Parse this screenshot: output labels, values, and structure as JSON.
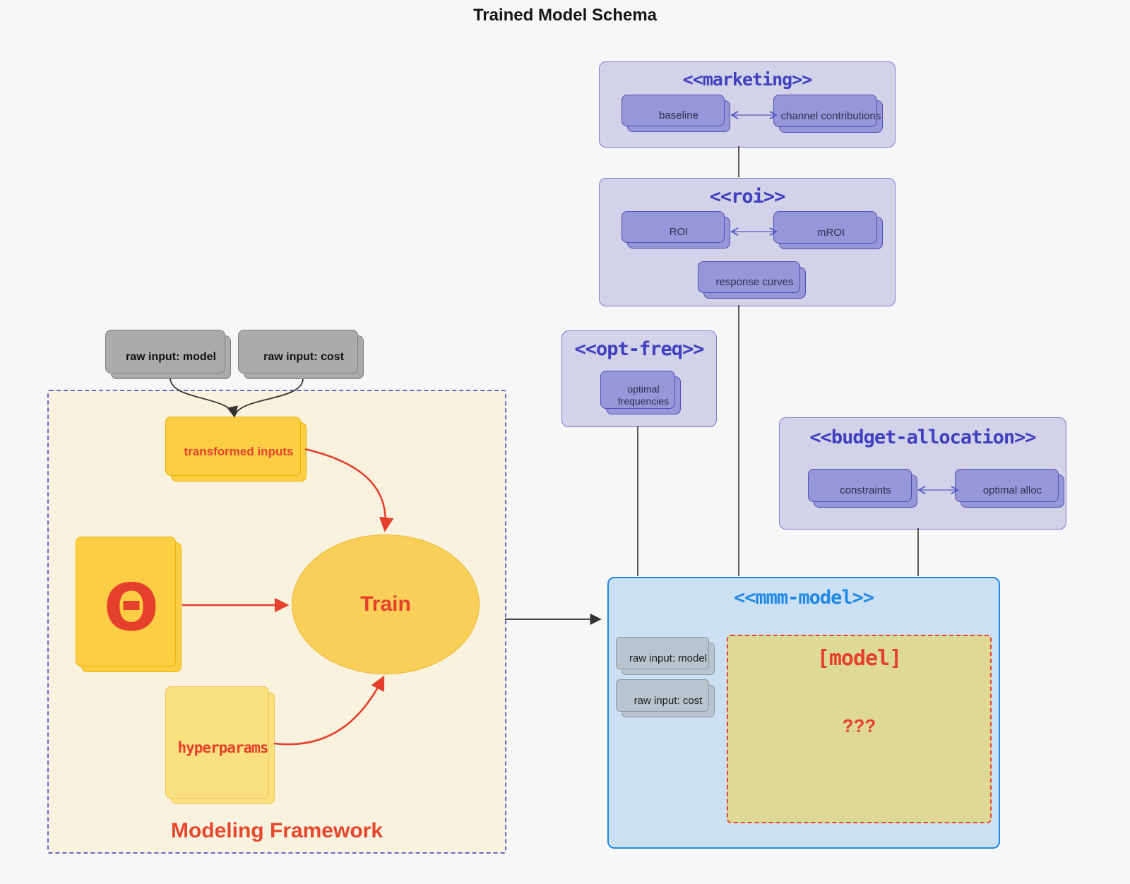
{
  "page": {
    "title": "Trained Model Schema"
  },
  "marketing": {
    "title": "<<marketing>>",
    "item1": "baseline",
    "item2": "channel contributions"
  },
  "roi": {
    "title": "<<roi>>",
    "item1": "ROI",
    "item2": "mROI",
    "item3": "response curves"
  },
  "opt_freq": {
    "title": "<<opt-freq>>",
    "item1": "optimal frequencies"
  },
  "budget": {
    "title": "<<budget-allocation>>",
    "item1": "constraints",
    "item2": "optimal alloc"
  },
  "mmm": {
    "title": "<<mmm-model>>",
    "input1": "raw input: model",
    "input2": "raw input: cost",
    "model_label": "[model]",
    "model_unknown": "???"
  },
  "raw_inputs": {
    "model": "raw input: model",
    "cost": "raw input: cost"
  },
  "framework": {
    "label": "Modeling Framework",
    "transformed": "transformed inputs",
    "theta": "Θ",
    "train": "Train",
    "hyperparams": "hyperparams"
  },
  "colors": {
    "background": "#F7F7F8",
    "container_fill": "#D2D3E8",
    "container_border": "#7C7CCF",
    "container_title": "#3F3FBF",
    "inner_card_fill": "#9597D8",
    "inner_card_border": "#4D4DB5",
    "mmm_fill": "#CBE1F3",
    "mmm_border": "#2088E5",
    "framework_fill": "#F8F2DE",
    "framework_border": "#6468D1",
    "yellow_node": "#FBCE44",
    "light_yellow_node": "#FAE07E",
    "gray_node": "#ABABAB",
    "model_box_fill": "#DFD998",
    "red_accent": "#E5402C"
  }
}
